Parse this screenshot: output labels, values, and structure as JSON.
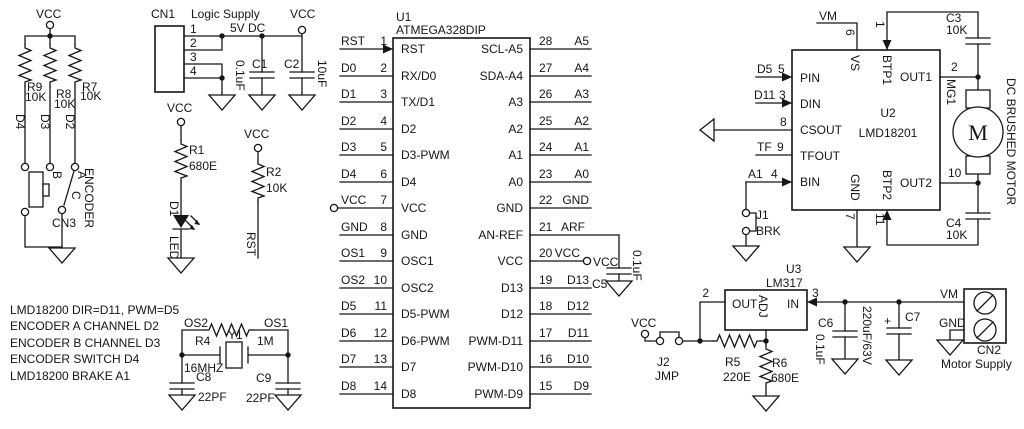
{
  "encoder": {
    "vcc": "VCC",
    "r9": "R9",
    "r9_val": "10K",
    "r8": "R8",
    "r8_val": "10K",
    "r7": "R7",
    "r7_val": "10K",
    "d4": "D4",
    "d3": "D3",
    "d2": "D2",
    "a": "A",
    "b": "B",
    "c": "C",
    "label": "ENCODER",
    "conn": "CN3"
  },
  "logic_supply": {
    "conn": "CN1",
    "title": "Logic Supply",
    "pin1": "1",
    "pin2": "2",
    "pin3": "3",
    "pin4": "4",
    "rail": "5V DC",
    "vcc": "VCC",
    "c1": "C1",
    "c1_val": "0.1uF",
    "c2": "C2",
    "c2_val": "10uF"
  },
  "led_circuit": {
    "vcc": "VCC",
    "r1": "R1",
    "r1_val": "680E",
    "d1": "D1",
    "label": "LED"
  },
  "reset_circuit": {
    "vcc": "VCC",
    "r2": "R2",
    "r2_val": "10K",
    "net": "RST"
  },
  "mcu": {
    "ref": "U1",
    "part": "ATMEGA328DIP",
    "vcc_bubble_left": "VCC",
    "vcc_bubble_right": "VCC",
    "c5": "C5",
    "c5_val": "0.1uF",
    "left_pins": [
      {
        "net": "RST",
        "num": "1",
        "name": "RST"
      },
      {
        "net": "D0",
        "num": "2",
        "name": "RX/D0"
      },
      {
        "net": "D1",
        "num": "3",
        "name": "TX/D1"
      },
      {
        "net": "D2",
        "num": "4",
        "name": "D2"
      },
      {
        "net": "D3",
        "num": "5",
        "name": "D3-PWM"
      },
      {
        "net": "D4",
        "num": "6",
        "name": "D4"
      },
      {
        "net": "VCC",
        "num": "7",
        "name": "VCC"
      },
      {
        "net": "GND",
        "num": "8",
        "name": "GND"
      },
      {
        "net": "OS1",
        "num": "9",
        "name": "OSC1"
      },
      {
        "net": "OS2",
        "num": "10",
        "name": "OSC2"
      },
      {
        "net": "D5",
        "num": "11",
        "name": "D5-PWM"
      },
      {
        "net": "D6",
        "num": "12",
        "name": "D6-PWM"
      },
      {
        "net": "D7",
        "num": "13",
        "name": "D7"
      },
      {
        "net": "D8",
        "num": "14",
        "name": "D8"
      }
    ],
    "right_pins": [
      {
        "num": "28",
        "net": "A5",
        "name": "SCL-A5"
      },
      {
        "num": "27",
        "net": "A4",
        "name": "SDA-A4"
      },
      {
        "num": "26",
        "net": "A3",
        "name": "A3"
      },
      {
        "num": "25",
        "net": "A2",
        "name": "A2"
      },
      {
        "num": "24",
        "net": "A1",
        "name": "A1"
      },
      {
        "num": "23",
        "net": "A0",
        "name": "A0"
      },
      {
        "num": "22",
        "net": "GND",
        "name": "GND"
      },
      {
        "num": "21",
        "net": "ARF",
        "name": "AN-REF"
      },
      {
        "num": "20",
        "net": "VCC",
        "name": "VCC"
      },
      {
        "num": "19",
        "net": "D13",
        "name": "D13"
      },
      {
        "num": "18",
        "net": "D12",
        "name": "D12"
      },
      {
        "num": "17",
        "net": "D11",
        "name": "PWM-D11"
      },
      {
        "num": "16",
        "net": "D10",
        "name": "PWM-D10"
      },
      {
        "num": "15",
        "net": "D9",
        "name": "PWM-D9"
      }
    ]
  },
  "notes": {
    "line1": "LMD18200 DIR=D11, PWM=D5",
    "line2": "ENCODER A CHANNEL D2",
    "line3": "ENCODER B CHANNEL D3",
    "line4": "ENCODER SWITCH D4",
    "line5": "LMD18200 BRAKE A1"
  },
  "crystal": {
    "os2": "OS2",
    "os1": "OS1",
    "r4": "R4",
    "r4_val": "1M",
    "y1": "Y1",
    "y1_val": "16MHZ",
    "c8": "C8",
    "c8_val": "22PF",
    "c9": "C9",
    "c9_val": "22PF"
  },
  "hbridge": {
    "ref": "U2",
    "part": "LMD18201",
    "vm": "VM",
    "d5": "D5",
    "d5_num": "5",
    "pin": "PIN",
    "d11": "D11",
    "d11_num": "3",
    "din": "DIN",
    "csout_num": "8",
    "csout": "CSOUT",
    "tf": "TF",
    "tf_num": "9",
    "tfout": "TFOUT",
    "a1": "A1",
    "a1_num": "4",
    "bin": "BIN",
    "vs": "VS",
    "vs_num": "6",
    "btp1": "BTP1",
    "btp1_num": "1",
    "gnd": "GND",
    "gnd_num": "7",
    "btp2": "BTP2",
    "btp2_num": "11",
    "out1": "OUT1",
    "out1_num": "2",
    "out2": "OUT2",
    "out2_num": "10",
    "c3": "C3",
    "c3_val": "10K",
    "c4": "C4",
    "c4_val": "10K",
    "mg1": "MG1",
    "motor_letter": "M",
    "motor_desc": "DC BRUSHED MOTOR",
    "j1": "J1",
    "j1_val": "BRK"
  },
  "regulator": {
    "ref": "U3",
    "part": "LM317",
    "out": "OUT",
    "adj": "ADJ",
    "in_label": "IN",
    "pin2": "2",
    "pin3": "3",
    "vcc": "VCC",
    "j2": "J2",
    "j2_val": "JMP",
    "r5": "R5",
    "r5_val": "220E",
    "r6": "R6",
    "r6_val": "680E",
    "c6": "C6",
    "c6_val": "0.1uF",
    "c7": "C7",
    "c7_val": "220uF/63V",
    "c7_plus": "+"
  },
  "motor_supply": {
    "vm": "VM",
    "gnd": "GND",
    "conn": "CN2",
    "title": "Motor Supply"
  },
  "colors": {
    "ink": "#161616",
    "background": "#ffffff"
  }
}
